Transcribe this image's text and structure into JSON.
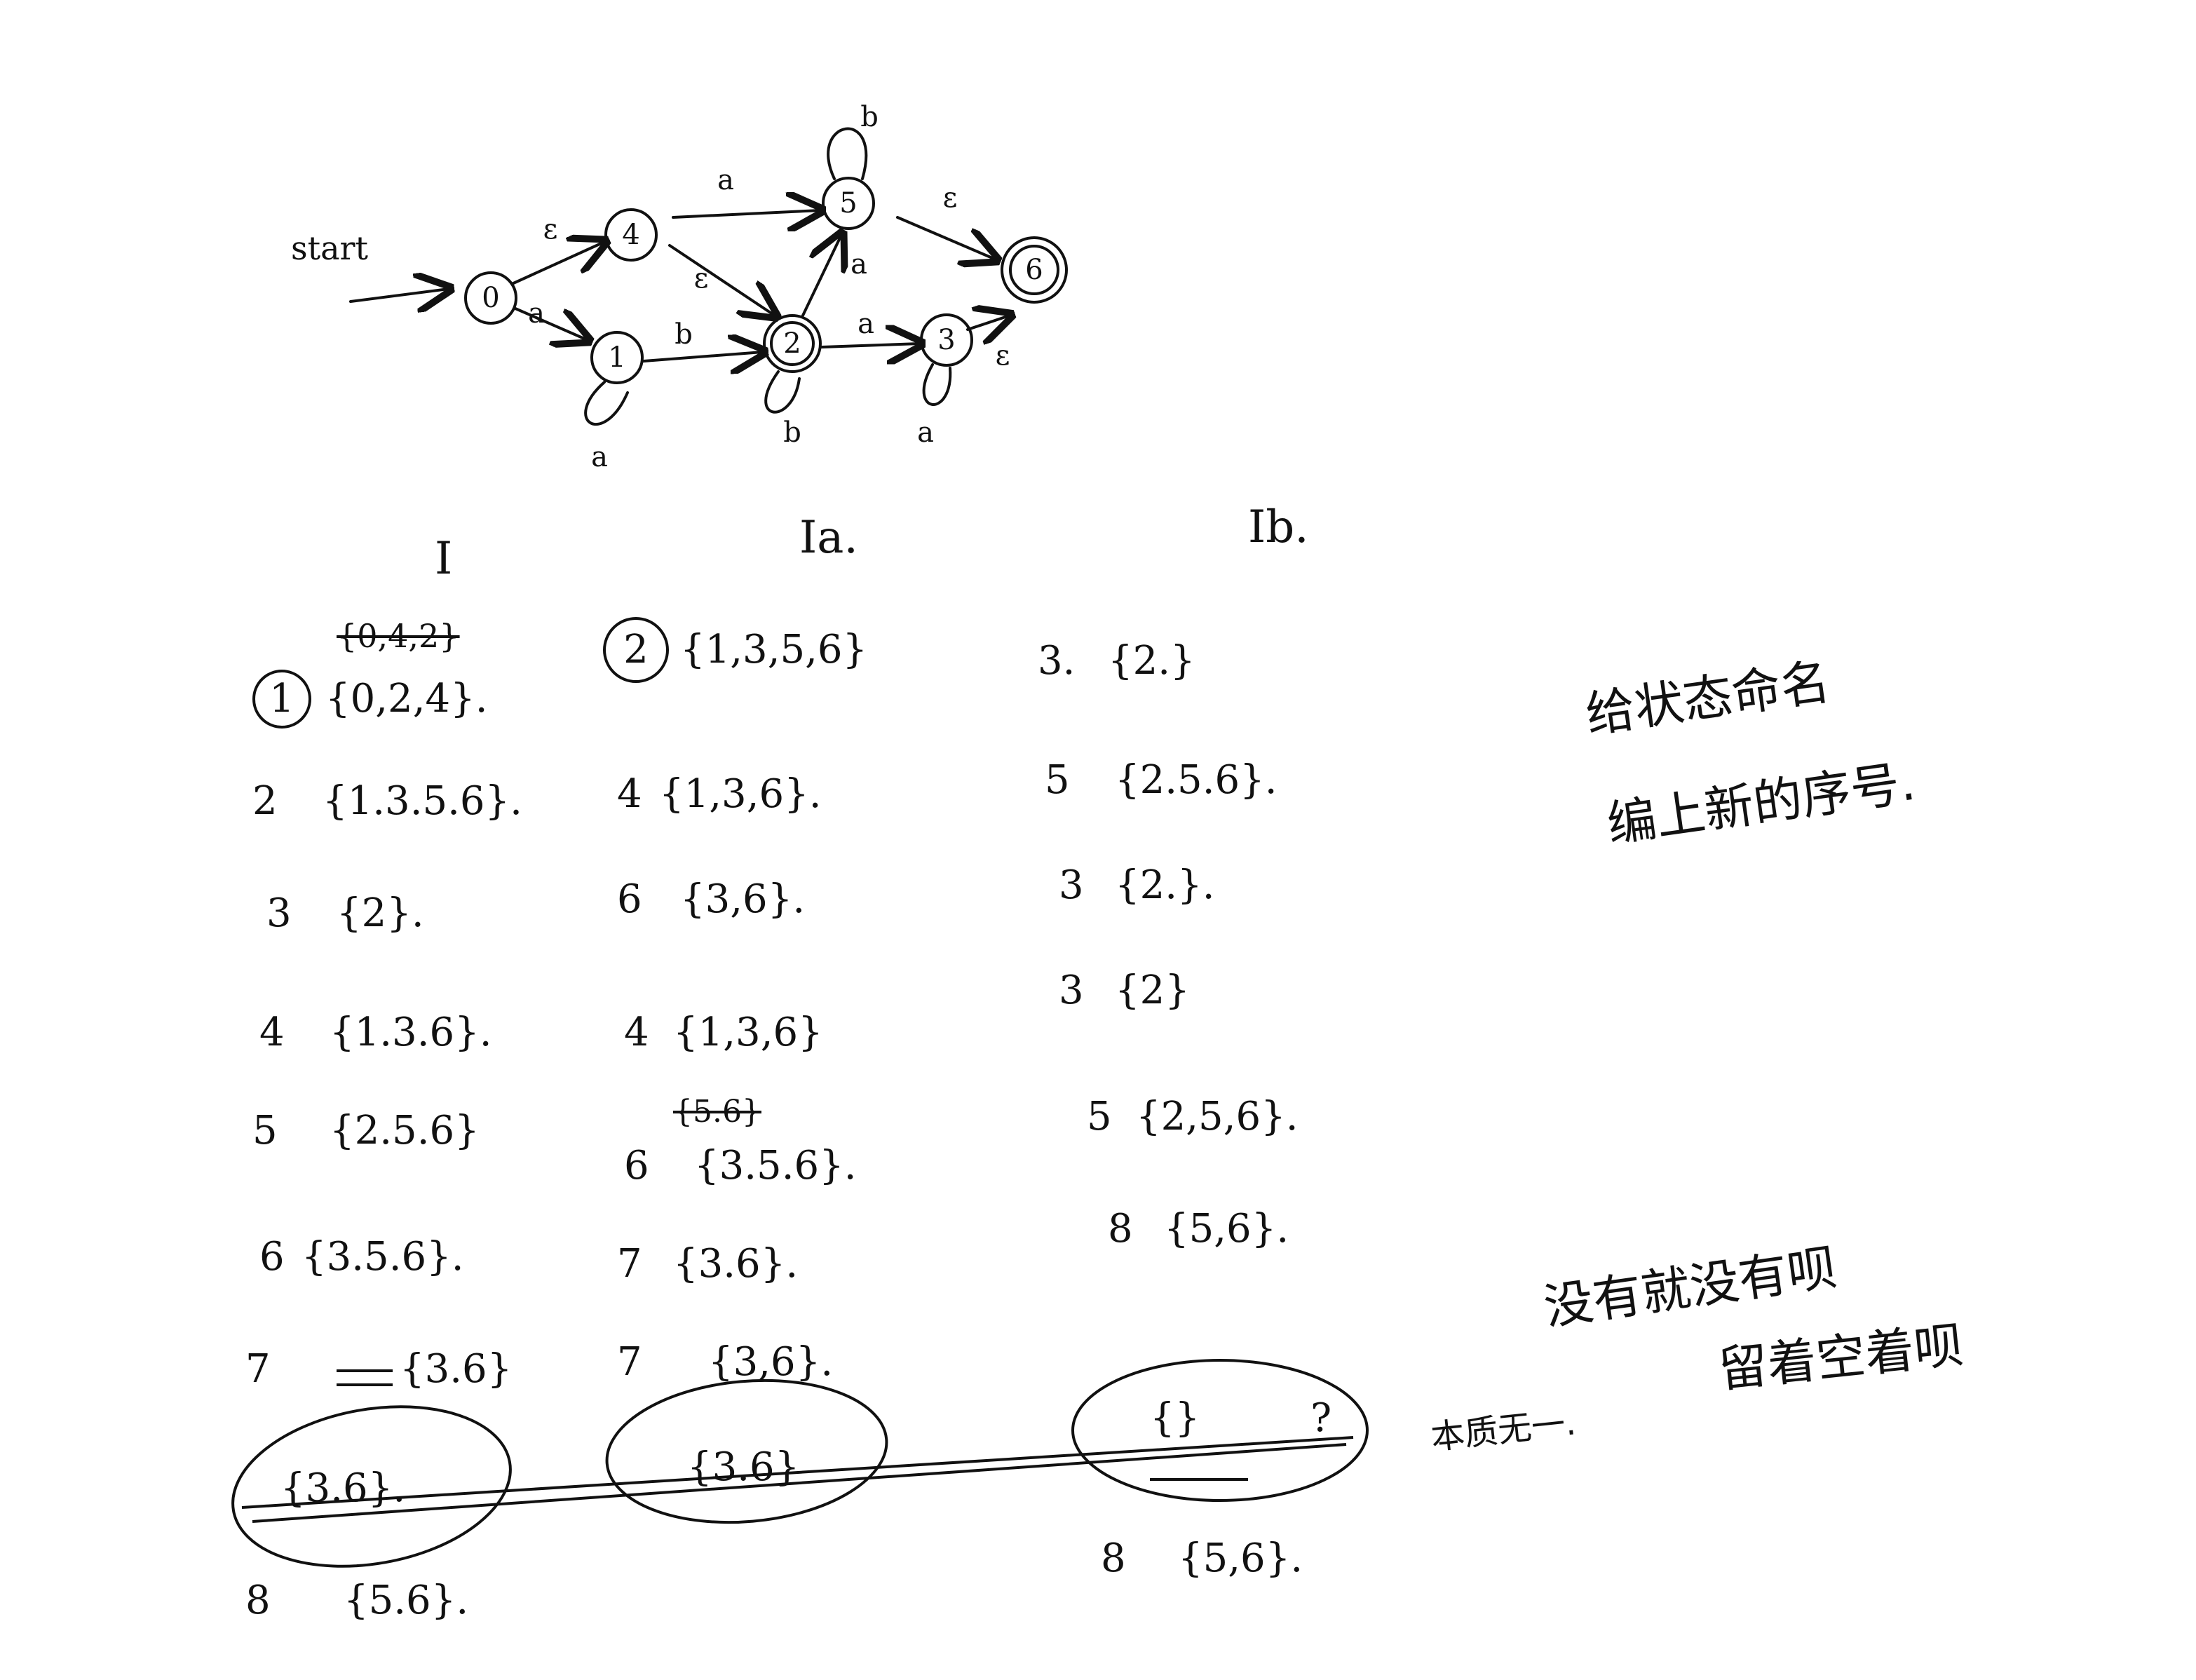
{
  "nfa": {
    "start_label": "start",
    "states": [
      "0",
      "1",
      "2",
      "3",
      "4",
      "5",
      "6"
    ],
    "edges": [
      {
        "from": "0",
        "to": "4",
        "label": "ε"
      },
      {
        "from": "0",
        "to": "1",
        "label": "a"
      },
      {
        "from": "1",
        "to": "1",
        "label": "a"
      },
      {
        "from": "1",
        "to": "2",
        "label": "b"
      },
      {
        "from": "4",
        "to": "5",
        "label": "a"
      },
      {
        "from": "4",
        "to": "2",
        "label": "ε"
      },
      {
        "from": "2",
        "to": "2",
        "label": "b"
      },
      {
        "from": "2",
        "to": "5",
        "label": "a"
      },
      {
        "from": "2",
        "to": "3",
        "label": "a"
      },
      {
        "from": "3",
        "to": "3",
        "label": "a"
      },
      {
        "from": "3",
        "to": "6",
        "label": "ε"
      },
      {
        "from": "5",
        "to": "5",
        "label": "b"
      },
      {
        "from": "5",
        "to": "6",
        "label": "ε"
      }
    ]
  },
  "table": {
    "headers": [
      "I",
      "Ia.",
      "Ib."
    ],
    "col_I": {
      "struck": "{0,4,2}",
      "rows": [
        {
          "num": "1",
          "set": "{0,2,4}."
        },
        {
          "num": "2",
          "set": "{1.3.5.6}."
        },
        {
          "num": "3",
          "set": "{2}."
        },
        {
          "num": "4",
          "set": "{1.3.6}."
        },
        {
          "num": "5",
          "set": "{2.5.6}"
        },
        {
          "num": "6",
          "set": "{3.5.6}."
        },
        {
          "num": "7",
          "set": "{3.6}"
        },
        {
          "num": "",
          "set": "{3.6}."
        },
        {
          "num": "8",
          "set": "{5.6}."
        }
      ]
    },
    "col_Ia": {
      "rows": [
        {
          "num": "2",
          "set": "{1,3,5,6}"
        },
        {
          "num": "4",
          "set": "{1,3,6}."
        },
        {
          "num": "6",
          "set": "{3,6}."
        },
        {
          "num": "4",
          "set": "{1,3,6}"
        },
        {
          "num": "6",
          "set": "{3.5.6}."
        },
        {
          "num": "7",
          "set": "{3.6}."
        },
        {
          "num": "7",
          "set": "{3,6}."
        },
        {
          "num": "",
          "set": "{3.6}"
        }
      ],
      "struck": "{5.6}"
    },
    "col_Ib": {
      "rows": [
        {
          "num": "3.",
          "set": "{2.}"
        },
        {
          "num": "5",
          "set": "{2.5.6}."
        },
        {
          "num": "3",
          "set": "{2.}."
        },
        {
          "num": "3",
          "set": "{2}"
        },
        {
          "num": "5",
          "set": "{2,5,6}."
        },
        {
          "num": "8",
          "set": "{5,6}."
        },
        {
          "num": "",
          "set": "{}"
        },
        {
          "num": "8",
          "set": "{5,6}."
        }
      ],
      "trailing_mark": "?"
    }
  },
  "notes": {
    "naming_line1": "给状态命名",
    "naming_line2": "编上新的序号.",
    "empty_line1": "没有就没有呗",
    "empty_line2": "留着空着呗",
    "essence": "本质无一."
  }
}
